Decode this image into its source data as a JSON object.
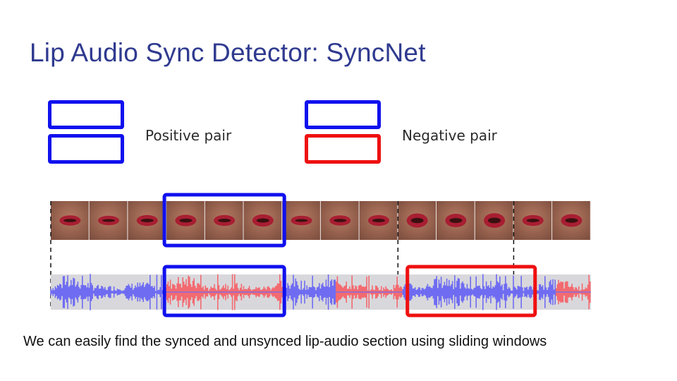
{
  "title": "Lip Audio Sync Detector: SyncNet",
  "legend": {
    "positive_label": "Positive pair",
    "negative_label": "Negative pair"
  },
  "caption": "We can easily find the synced and unsynced lip-audio section using sliding windows",
  "colors": {
    "title": "#2f3a8f",
    "positive": "#1010ee",
    "negative": "#ee1010",
    "audio_blue": "#6f6cf2",
    "audio_red": "#f36a70",
    "audio_bg": "#d8d8dc",
    "skin": "#9a6450",
    "lip": "#a81e32"
  },
  "diagram": {
    "frame_count": 14,
    "positive_window_frames": [
      3,
      6
    ],
    "negative_video_frames": [
      9,
      12
    ],
    "negative_audio_frames": [
      9.3,
      12.5
    ]
  }
}
